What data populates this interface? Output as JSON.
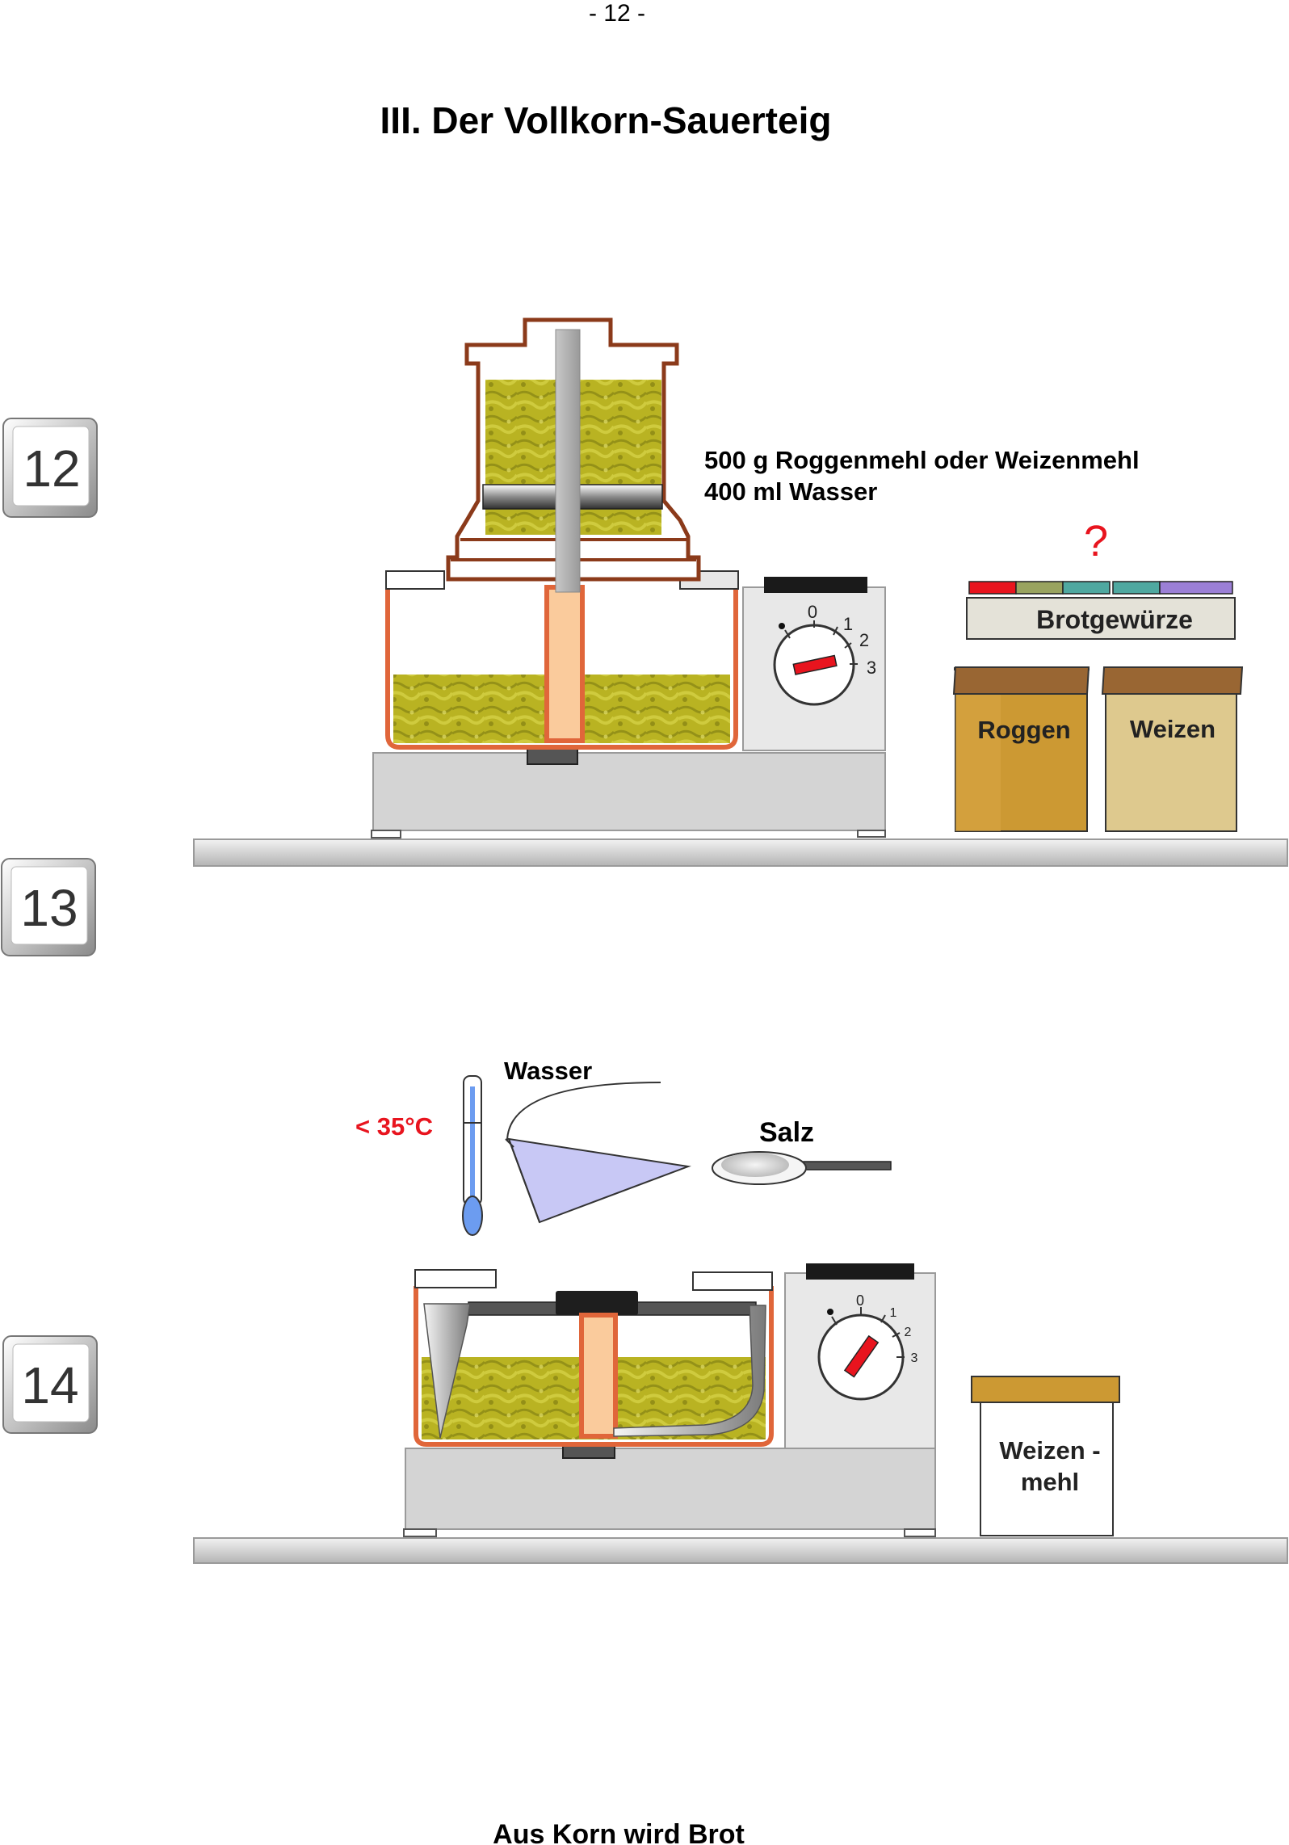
{
  "page": {
    "page_number": "- 12 -",
    "title": "III. Der Vollkorn-Sauerteig",
    "footer": "Aus Korn wird Brot"
  },
  "steps": [
    {
      "number": "12"
    },
    {
      "number": "13"
    },
    {
      "number": "14"
    }
  ],
  "scene1": {
    "instruction_line1": "500 g Roggenmehl oder Weizenmehl",
    "instruction_line2": "400 ml Wasser",
    "question_mark": "?",
    "spice_box_label": "Brotgewürze",
    "jar_roggen": "Roggen",
    "jar_weizen": "Weizen",
    "dial_labels": [
      "0",
      "1",
      "2",
      "3"
    ],
    "colors": {
      "mill_frame": "#8B3A1A",
      "bowl_outline": "#E0663A",
      "dough": "#B9B322",
      "jar_roggen": "#CC9933",
      "jar_weizen": "#DEC98E",
      "jar_lid": "#996633",
      "spice_stripes": [
        "#E8141E",
        "#99A35F",
        "#4FA8A0",
        "#4FA8A0",
        "#9B7FD6"
      ],
      "question_mark": "#E8141E"
    }
  },
  "scene2": {
    "temperature": "< 35°C",
    "water_label": "Wasser",
    "salt_label": "Salz",
    "jar_label_line1": "Weizen -",
    "jar_label_line2": "mehl",
    "dial_labels": [
      "0",
      "1",
      "2",
      "3"
    ],
    "colors": {
      "temperature": "#E8141E",
      "water": "#C8C8F5",
      "thermo_bulb": "#6C9CF0",
      "jar_lid": "#CC9933"
    }
  }
}
